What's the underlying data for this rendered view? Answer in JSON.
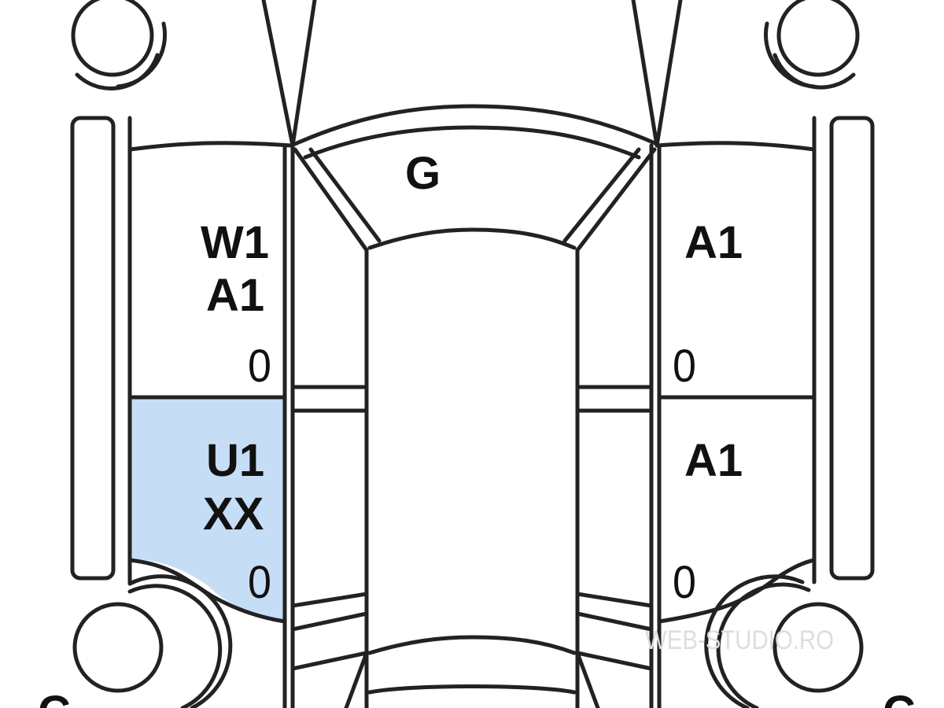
{
  "diagram": {
    "colors": {
      "line": "#222222",
      "highlight": "#c6ddf6",
      "background": "#ffffff"
    },
    "panels": {
      "hood": {
        "label": "G"
      },
      "front_left_door": {
        "codes": [
          "W1",
          "A1"
        ],
        "count": "0"
      },
      "rear_left_door": {
        "codes": [
          "U1",
          "XX"
        ],
        "count": "0",
        "highlighted": true
      },
      "front_right_door": {
        "codes": [
          "A1"
        ],
        "count": "0"
      },
      "rear_right_door": {
        "codes": [
          "A1"
        ],
        "count": "0"
      }
    },
    "corner_marks": {
      "left": "C",
      "right": "C"
    },
    "watermark": "WEB-STUDIO.RO"
  }
}
